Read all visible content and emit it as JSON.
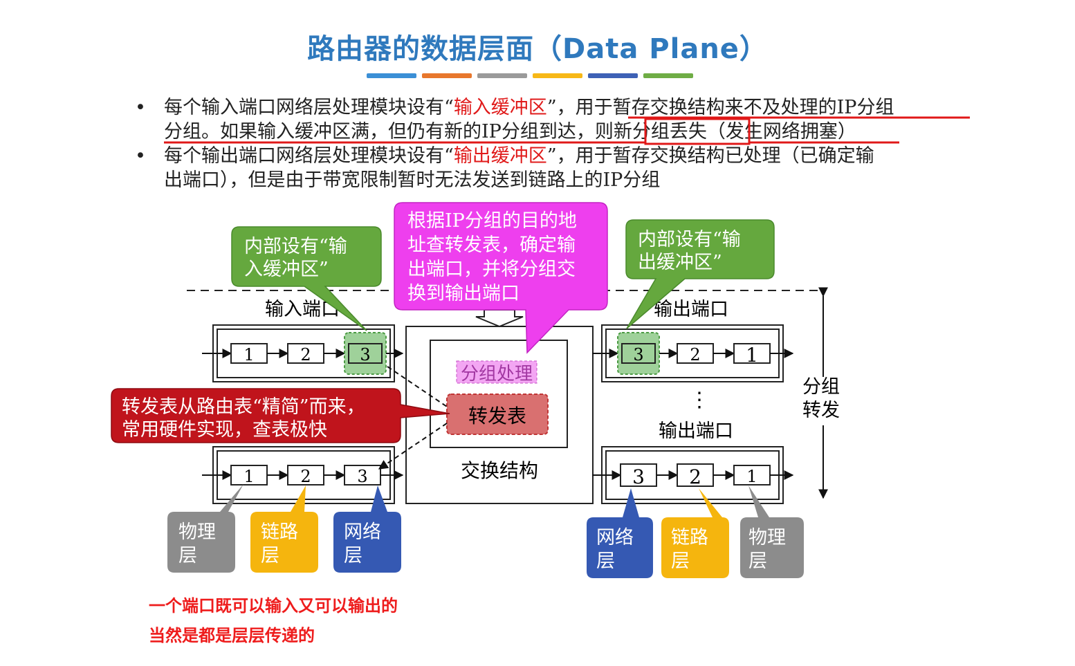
{
  "title": "路由器的数据层面（Data Plane）",
  "accent_bar_colors": [
    "#3b8fd6",
    "#e8772c",
    "#9a9a9a",
    "#f7b817",
    "#3e61b6",
    "#6fad45"
  ],
  "bullets": [
    {
      "prefix": "每个输入端口网络层处理模块设有“",
      "highlight": "输入缓冲区",
      "suffix_line1": "”，用于暂存交换结构来不及处理的IP分组",
      "line2": "分组。如果输入缓冲区满，但仍有新的IP分组到达，则新分组丢失（发生网络拥塞）"
    },
    {
      "prefix": "每个输出端口网络层处理模块设有“",
      "highlight": "输出缓冲区",
      "suffix_line1": "”，用于暂存交换结构已处理（已确定输",
      "line2": "出端口），但是由于带宽限制暂时无法发送到链路上的IP分组"
    }
  ],
  "diagram": {
    "input_port_label": "输入端口",
    "output_port_label_top": "输出端口",
    "output_port_label_bottom": "输出端口",
    "switch_fabric_label": "交换结构",
    "packet_processing_label": "分组处理",
    "forwarding_table_label": "转发表",
    "forwarding_side_label": [
      "分组",
      "转发"
    ],
    "ellipsis": "⋮",
    "input_top_boxes": [
      "1",
      "2",
      "3"
    ],
    "input_bottom_boxes": [
      "1",
      "2",
      "3"
    ],
    "output_top_boxes": [
      "3",
      "2",
      "1"
    ],
    "output_bottom_boxes": [
      "3",
      "2",
      "1"
    ],
    "callouts": {
      "input_buffer": [
        "内部设有“输",
        "入缓冲区”"
      ],
      "lookup": [
        "根据IP分组的目的地",
        "址查转发表，确定输",
        "出端口，并将分组交",
        "换到输出端口"
      ],
      "output_buffer": [
        "内部设有“输",
        "出缓冲区”"
      ],
      "forwarding_table": [
        "转发表从路由表“精简”而来，",
        "常用硬件实现，查表极快"
      ]
    },
    "layer_labels_left": [
      {
        "lines": [
          "物理",
          "层"
        ],
        "color": "#8c8c8c"
      },
      {
        "lines": [
          "链路",
          "层"
        ],
        "color": "#f5b50e"
      },
      {
        "lines": [
          "网络",
          "层"
        ],
        "color": "#3559b3"
      }
    ],
    "layer_labels_right": [
      {
        "lines": [
          "网络",
          "层"
        ],
        "color": "#3559b3"
      },
      {
        "lines": [
          "链路",
          "层"
        ],
        "color": "#f5b50e"
      },
      {
        "lines": [
          "物理",
          "层"
        ],
        "color": "#8c8c8c"
      }
    ]
  },
  "notes": [
    "一个端口既可以输入又可以输出的",
    "当然是都是层层传递的"
  ]
}
